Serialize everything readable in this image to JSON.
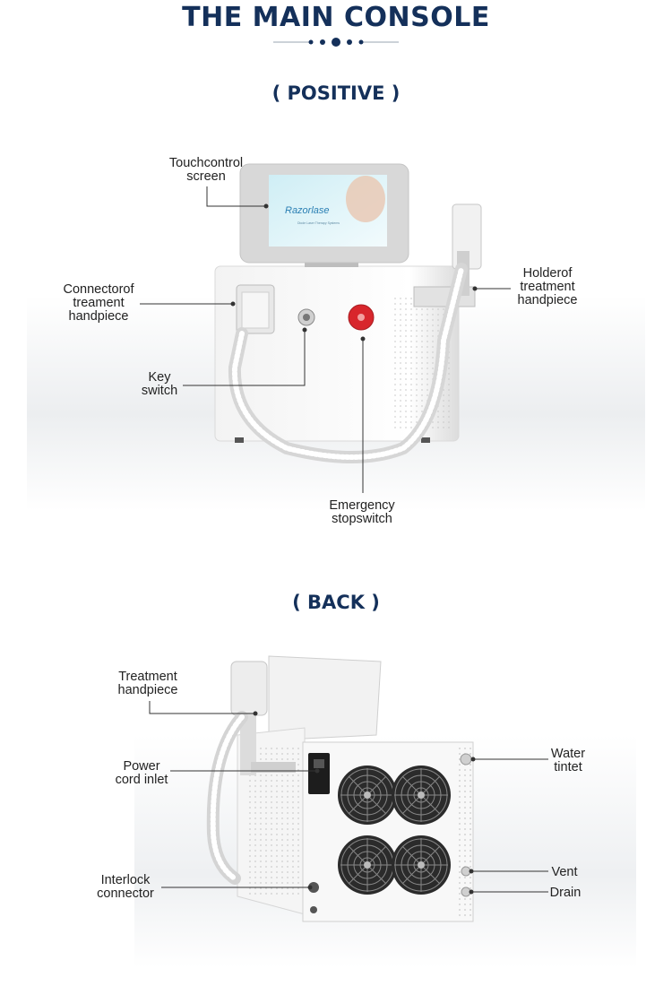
{
  "header": {
    "title": "THE MAIN CONSOLE"
  },
  "sections": {
    "front": {
      "label": "( POSITIVE )"
    },
    "back": {
      "label": "( BACK )"
    }
  },
  "screen": {
    "brand": "Razorlase",
    "tagline": "Diode Laser Therapy Systems"
  },
  "front_labels": {
    "touch_l1": "Touchcontrol",
    "touch_l2": "screen",
    "connector_l1": "Connectorof",
    "connector_l2": "treament",
    "connector_l3": "handpiece",
    "holder_l1": "Holderof",
    "holder_l2": "treatment",
    "holder_l3": "handpiece",
    "key_l1": "Key",
    "key_l2": "switch",
    "estop_l1": "Emergency",
    "estop_l2": "stopswitch"
  },
  "back_labels": {
    "treat_l1": "Treatment",
    "treat_l2": "handpiece",
    "power_l1": "Power",
    "power_l2": "cord inlet",
    "water_l1": "Water",
    "water_l2": "tintet",
    "interlock_l1": "Interlock",
    "interlock_l2": "connector",
    "vent": "Vent",
    "drain": "Drain"
  },
  "colors": {
    "title": "#14305a",
    "accent": "#d8262c",
    "line": "#333333"
  }
}
